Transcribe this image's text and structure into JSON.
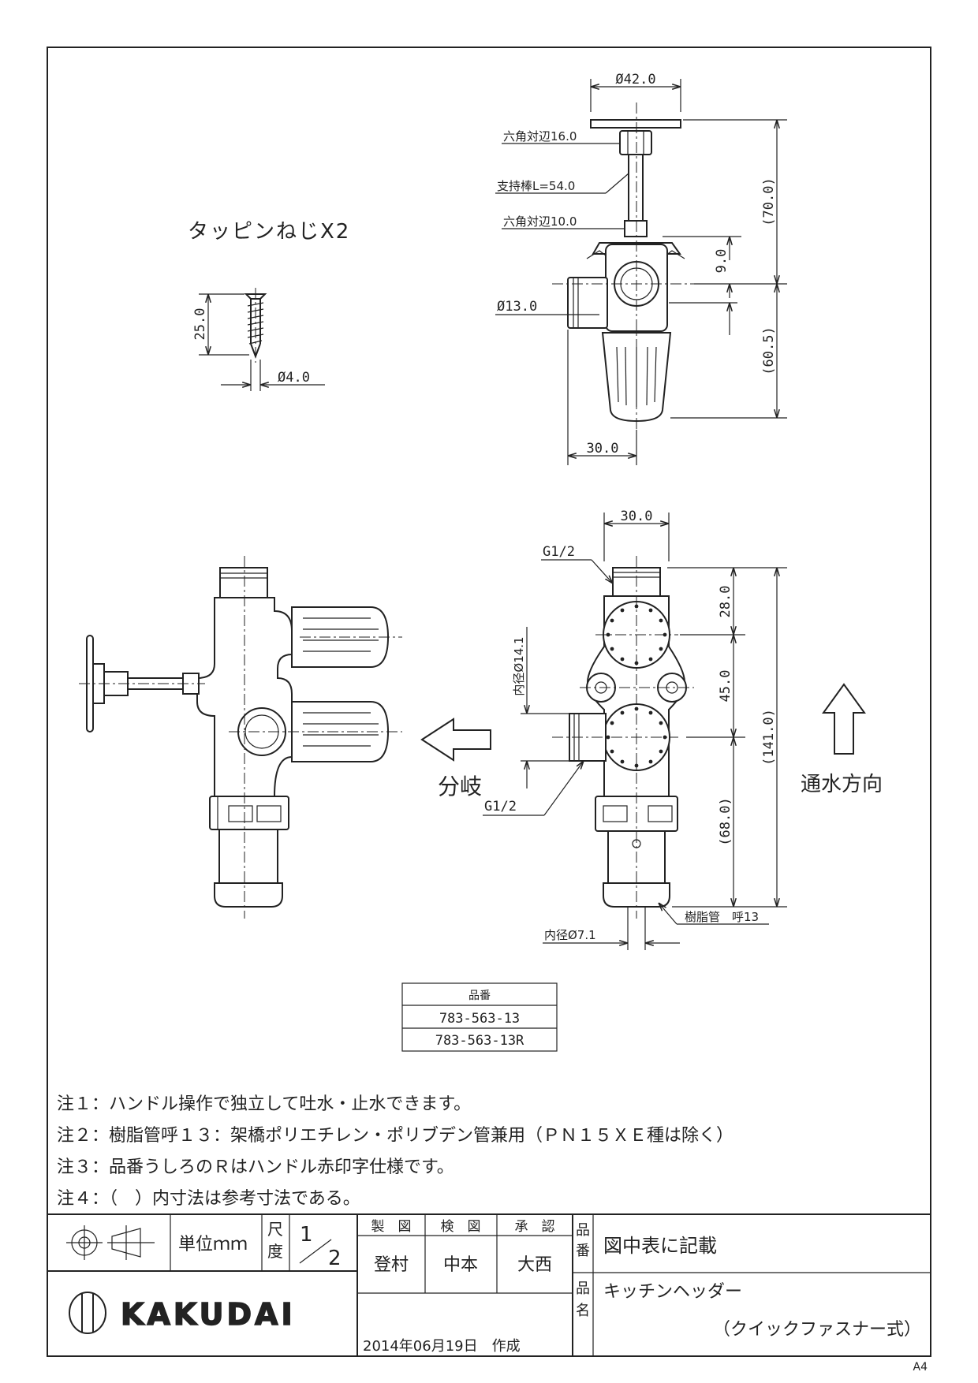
{
  "dimensions": {
    "top_handle_dia": "Ø42.0",
    "hex_16": "六角対辺16.0",
    "support_rod": "支持棒L=54.0",
    "hex_10": "六角対辺10.0",
    "dim_9": "9.0",
    "dim_70": "(70.0)",
    "dia_13": "Ø13.0",
    "dim_60_5": "(60.5)",
    "dim_30_top": "30.0",
    "screw_len": "25.0",
    "screw_dia": "Ø4.0",
    "dim_30_front": "30.0",
    "thread_top": "G1/2",
    "dim_28": "28.0",
    "inner_14_1": "内径Ø14.1",
    "dim_45": "45.0",
    "dim_141": "(141.0)",
    "thread_side": "G1/2",
    "dim_68": "(68.0)",
    "resin_pipe": "樹脂管　呼13",
    "inner_7_1": "内径Ø7.1"
  },
  "labels": {
    "tapping_screw": "タッピンねじX2",
    "branch": "分岐",
    "flow_direction": "通水方向"
  },
  "part_table": {
    "header": "品番",
    "rows": [
      "783-563-13",
      "783-563-13R"
    ]
  },
  "notes": [
    "注１：ハンドル操作で独立して吐水・止水できます。",
    "注２：樹脂管呼１３：架橋ポリエチレン・ポリブデン管兼用（ＰＮ１５ＸＥ種は除く）",
    "注３：品番うしろのＲはハンドル赤印字仕様です。",
    "注４：（　）内寸法は参考寸法である。"
  ],
  "title_block": {
    "unit": "単位ｍｍ",
    "scale_label_1": "尺",
    "scale_label_2": "度",
    "scale_num": "1",
    "scale_den": "2",
    "drawn_label": "製　図",
    "checked_label": "検　図",
    "approved_label": "承　認",
    "drawn_by": "登村",
    "checked_by": "中本",
    "approved_by": "大西",
    "part_no_label_1": "品",
    "part_no_label_2": "番",
    "part_no_value": "図中表に記載",
    "name_label_1": "品",
    "name_label_2": "名",
    "product_name": "キッチンヘッダー",
    "product_subname": "（クイックファスナー式）",
    "date": "2014年06月19日　作成",
    "company": "KAKUDAI",
    "paper_size": "A4"
  }
}
